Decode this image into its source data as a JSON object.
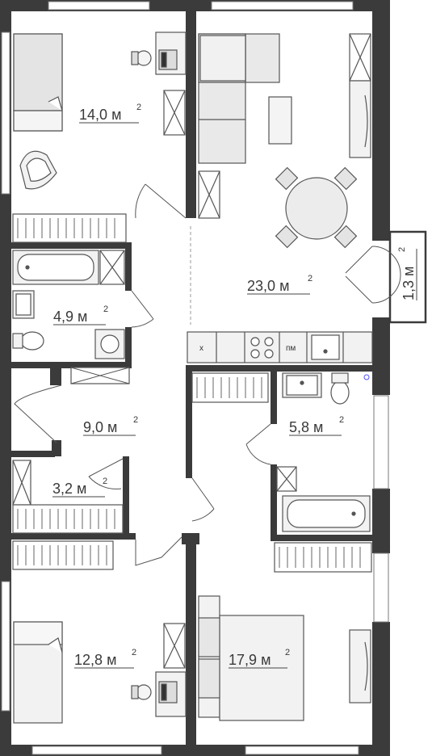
{
  "rooms": [
    {
      "id": "bedroom-top",
      "area": "14,0",
      "unit": "м"
    },
    {
      "id": "living-room",
      "area": "23,0",
      "unit": "м"
    },
    {
      "id": "balcony",
      "area": "1,3",
      "unit": "м"
    },
    {
      "id": "bathroom-left",
      "area": "4,9",
      "unit": "м"
    },
    {
      "id": "hallway",
      "area": "9,0",
      "unit": "м"
    },
    {
      "id": "bathroom-right",
      "area": "5,8",
      "unit": "м"
    },
    {
      "id": "closet",
      "area": "3,2",
      "unit": "м"
    },
    {
      "id": "bedroom-bottom-left",
      "area": "12,8",
      "unit": "м"
    },
    {
      "id": "bedroom-bottom-right",
      "area": "17,9",
      "unit": "м"
    }
  ],
  "area_superscript": "2",
  "kitchen": {
    "hood_label": "х",
    "dishwasher_label": "пм"
  },
  "colors": {
    "wall": "#3b3b3b",
    "line": "#555555",
    "fill_light": "#ececec",
    "window": "#9a9a9a"
  }
}
